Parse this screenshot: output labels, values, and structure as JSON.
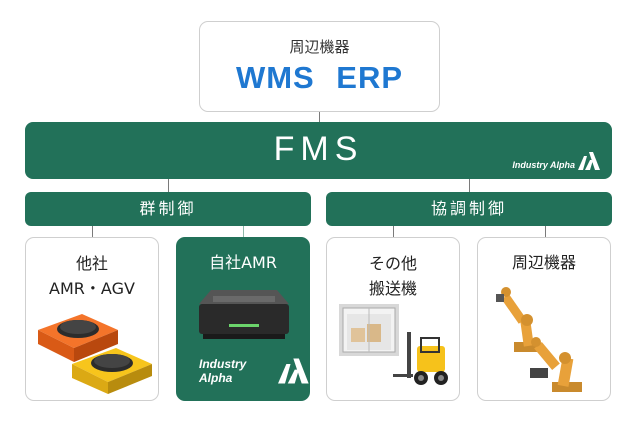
{
  "top": {
    "subtitle": "周辺機器",
    "main": "WMS ERP"
  },
  "fms": {
    "label": "FMS",
    "brand": "Industry Alpha"
  },
  "groups": [
    {
      "label": "群制御"
    },
    {
      "label": "協調制御"
    }
  ],
  "cards": [
    {
      "title": "他社\nAMR・AGV"
    },
    {
      "title": "自社AMR",
      "brand": "Industry Alpha"
    },
    {
      "title": "その他\n搬送機"
    },
    {
      "title": "周辺機器"
    }
  ],
  "colors": {
    "primary_green": "#227159",
    "blue": "#1f78d1",
    "border": "#cfcfcf"
  }
}
